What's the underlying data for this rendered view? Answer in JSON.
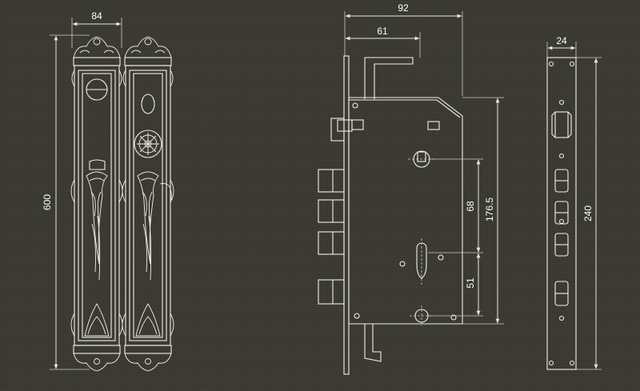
{
  "dimensions": {
    "handle_width": "84",
    "handle_height": "600",
    "lock_width": "92",
    "lock_backset": "61",
    "lock_spacing": "68",
    "lock_length": "176.5",
    "cylinder_offset": "51",
    "strike_width": "24",
    "strike_height": "240"
  },
  "colors": {
    "background": "#3a3a32",
    "line": "#f2f0e8"
  }
}
